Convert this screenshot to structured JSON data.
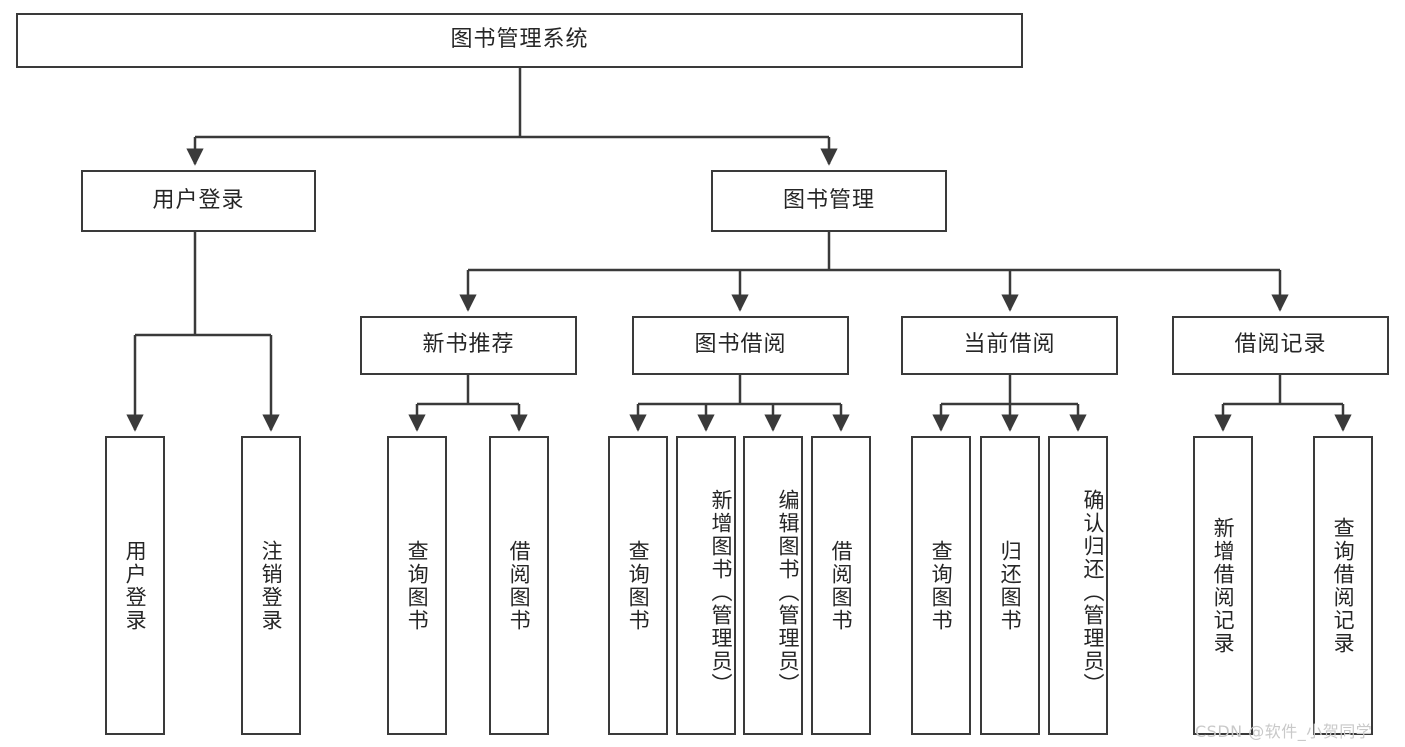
{
  "diagram": {
    "type": "tree-hierarchy",
    "title": "图书管理系统",
    "watermark": "CSDN @软件_小贺同学",
    "colors": {
      "background": "#ffffff",
      "box_border": "#3a3a3a",
      "connector": "#3a3a3a",
      "text": "#262626",
      "watermark": "#c9c9c9"
    },
    "nodes": {
      "root": {
        "label": "图书管理系统",
        "level": 1,
        "orientation": "horizontal"
      },
      "l2": [
        {
          "id": "user-login",
          "label": "用户登录",
          "level": 2,
          "orientation": "horizontal"
        },
        {
          "id": "book-manage",
          "label": "图书管理",
          "level": 2,
          "orientation": "horizontal"
        }
      ],
      "l3": [
        {
          "id": "new-book-recommend",
          "label": "新书推荐",
          "level": 3,
          "orientation": "horizontal"
        },
        {
          "id": "book-borrow",
          "label": "图书借阅",
          "level": 3,
          "orientation": "horizontal"
        },
        {
          "id": "current-borrow",
          "label": "当前借阅",
          "level": 3,
          "orientation": "horizontal"
        },
        {
          "id": "borrow-record",
          "label": "借阅记录",
          "level": 3,
          "orientation": "horizontal"
        }
      ],
      "leaves": [
        {
          "id": "leaf-user-login",
          "label": "用户登录",
          "parent": "user-login",
          "orientation": "vertical"
        },
        {
          "id": "leaf-user-logout",
          "label": "注销登录",
          "parent": "user-login",
          "orientation": "vertical"
        },
        {
          "id": "leaf-query-book-1",
          "label": "查询图书",
          "parent": "new-book-recommend",
          "orientation": "vertical"
        },
        {
          "id": "leaf-borrow-book-1",
          "label": "借阅图书",
          "parent": "new-book-recommend",
          "orientation": "vertical"
        },
        {
          "id": "leaf-query-book-2",
          "label": "查询图书",
          "parent": "book-borrow",
          "orientation": "vertical"
        },
        {
          "id": "leaf-add-book",
          "label": "新增图书（管理员）",
          "parent": "book-borrow",
          "orientation": "vertical"
        },
        {
          "id": "leaf-edit-book",
          "label": "编辑图书（管理员）",
          "parent": "book-borrow",
          "orientation": "vertical"
        },
        {
          "id": "leaf-borrow-book-2",
          "label": "借阅图书",
          "parent": "book-borrow",
          "orientation": "vertical"
        },
        {
          "id": "leaf-query-book-3",
          "label": "查询图书",
          "parent": "current-borrow",
          "orientation": "vertical"
        },
        {
          "id": "leaf-return-book",
          "label": "归还图书",
          "parent": "current-borrow",
          "orientation": "vertical"
        },
        {
          "id": "leaf-confirm-return",
          "label": "确认归还（管理员）",
          "parent": "current-borrow",
          "orientation": "vertical"
        },
        {
          "id": "leaf-add-record",
          "label": "新增借阅记录",
          "parent": "borrow-record",
          "orientation": "vertical"
        },
        {
          "id": "leaf-query-record",
          "label": "查询借阅记录",
          "parent": "borrow-record",
          "orientation": "vertical"
        }
      ]
    }
  }
}
